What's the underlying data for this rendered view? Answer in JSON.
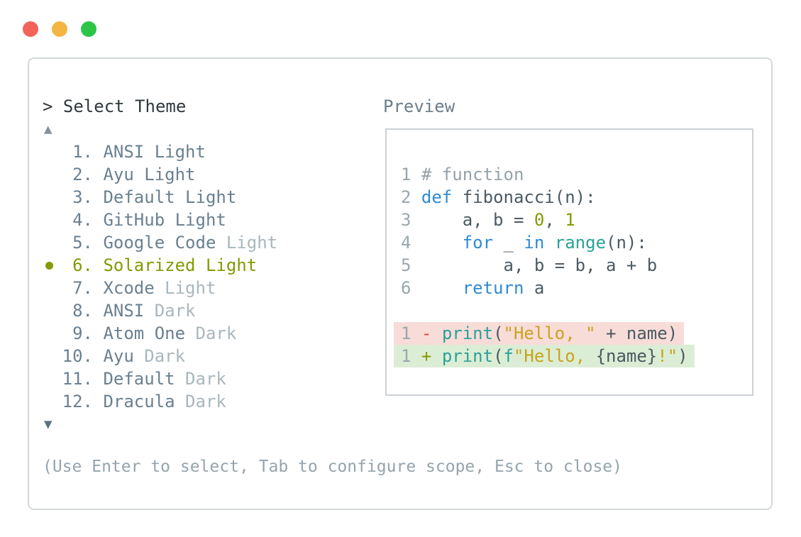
{
  "window_controls": {
    "close_color": "#f2635a",
    "minimize_color": "#f3b642",
    "zoom_color": "#2cc548"
  },
  "theme_picker": {
    "prompt": "> Select Theme",
    "scroll_up_indicator": "▲",
    "scroll_down_indicator": "▼",
    "items": [
      {
        "number": "1.",
        "name": "ANSI",
        "variant": "Light",
        "variant_dimmed": false,
        "selected": false
      },
      {
        "number": "2.",
        "name": "Ayu",
        "variant": "Light",
        "variant_dimmed": false,
        "selected": false
      },
      {
        "number": "3.",
        "name": "Default",
        "variant": "Light",
        "variant_dimmed": false,
        "selected": false
      },
      {
        "number": "4.",
        "name": "GitHub",
        "variant": "Light",
        "variant_dimmed": false,
        "selected": false
      },
      {
        "number": "5.",
        "name": "Google Code",
        "variant": "Light",
        "variant_dimmed": true,
        "selected": false
      },
      {
        "number": "6.",
        "name": "Solarized",
        "variant": "Light",
        "variant_dimmed": false,
        "selected": true
      },
      {
        "number": "7.",
        "name": "Xcode",
        "variant": "Light",
        "variant_dimmed": true,
        "selected": false
      },
      {
        "number": "8.",
        "name": "ANSI",
        "variant": "Dark",
        "variant_dimmed": true,
        "selected": false
      },
      {
        "number": "9.",
        "name": "Atom One",
        "variant": "Dark",
        "variant_dimmed": true,
        "selected": false
      },
      {
        "number": "10.",
        "name": "Ayu",
        "variant": "Dark",
        "variant_dimmed": true,
        "selected": false
      },
      {
        "number": "11.",
        "name": "Default",
        "variant": "Dark",
        "variant_dimmed": true,
        "selected": false
      },
      {
        "number": "12.",
        "name": "Dracula",
        "variant": "Dark",
        "variant_dimmed": true,
        "selected": false
      }
    ],
    "selected_accent_color": "#859900",
    "help_text": "(Use Enter to select, Tab to configure scope, Esc to close)"
  },
  "preview": {
    "label": "Preview",
    "code_lines": [
      {
        "num": "1",
        "tokens": [
          {
            "t": "# function",
            "c": "comment"
          }
        ]
      },
      {
        "num": "2",
        "tokens": [
          {
            "t": "def",
            "c": "keyword"
          },
          {
            "t": " fibonacci(n):",
            "c": "plain"
          }
        ]
      },
      {
        "num": "3",
        "tokens": [
          {
            "t": "    a, b = ",
            "c": "plain"
          },
          {
            "t": "0",
            "c": "number"
          },
          {
            "t": ", ",
            "c": "plain"
          },
          {
            "t": "1",
            "c": "number"
          }
        ]
      },
      {
        "num": "4",
        "tokens": [
          {
            "t": "    ",
            "c": "plain"
          },
          {
            "t": "for",
            "c": "keyword"
          },
          {
            "t": " _ ",
            "c": "plain"
          },
          {
            "t": "in",
            "c": "keyword"
          },
          {
            "t": " ",
            "c": "plain"
          },
          {
            "t": "range",
            "c": "builtin"
          },
          {
            "t": "(n):",
            "c": "plain"
          }
        ]
      },
      {
        "num": "5",
        "tokens": [
          {
            "t": "        a, b = b, a + b",
            "c": "plain"
          }
        ]
      },
      {
        "num": "6",
        "tokens": [
          {
            "t": "    ",
            "c": "plain"
          },
          {
            "t": "return",
            "c": "keyword"
          },
          {
            "t": " a",
            "c": "plain"
          }
        ]
      }
    ],
    "diff_lines": [
      {
        "num": "1",
        "sign": "-",
        "type": "removed",
        "tokens": [
          {
            "t": "print",
            "c": "builtin"
          },
          {
            "t": "(",
            "c": "plain"
          },
          {
            "t": "\"Hello, \"",
            "c": "string"
          },
          {
            "t": " + name)",
            "c": "plain"
          }
        ]
      },
      {
        "num": "1",
        "sign": "+",
        "type": "added",
        "tokens": [
          {
            "t": "print",
            "c": "builtin"
          },
          {
            "t": "(",
            "c": "plain"
          },
          {
            "t": "f",
            "c": "builtin"
          },
          {
            "t": "\"Hello, ",
            "c": "string"
          },
          {
            "t": "{name}",
            "c": "plain"
          },
          {
            "t": "!\"",
            "c": "string"
          },
          {
            "t": ")",
            "c": "plain"
          }
        ]
      }
    ],
    "syntax_colors": {
      "keyword": "#2e8ad6",
      "builtin": "#2aa198",
      "string": "#c9a31d",
      "number": "#859900",
      "comment": "#96a1a8",
      "plain": "#4b5a63",
      "line_number": "#9aa7ad",
      "removed_bg": "#f7dcd8",
      "added_bg": "#dcedd5",
      "minus_sign": "#dd4b40",
      "plus_sign": "#859900"
    }
  }
}
